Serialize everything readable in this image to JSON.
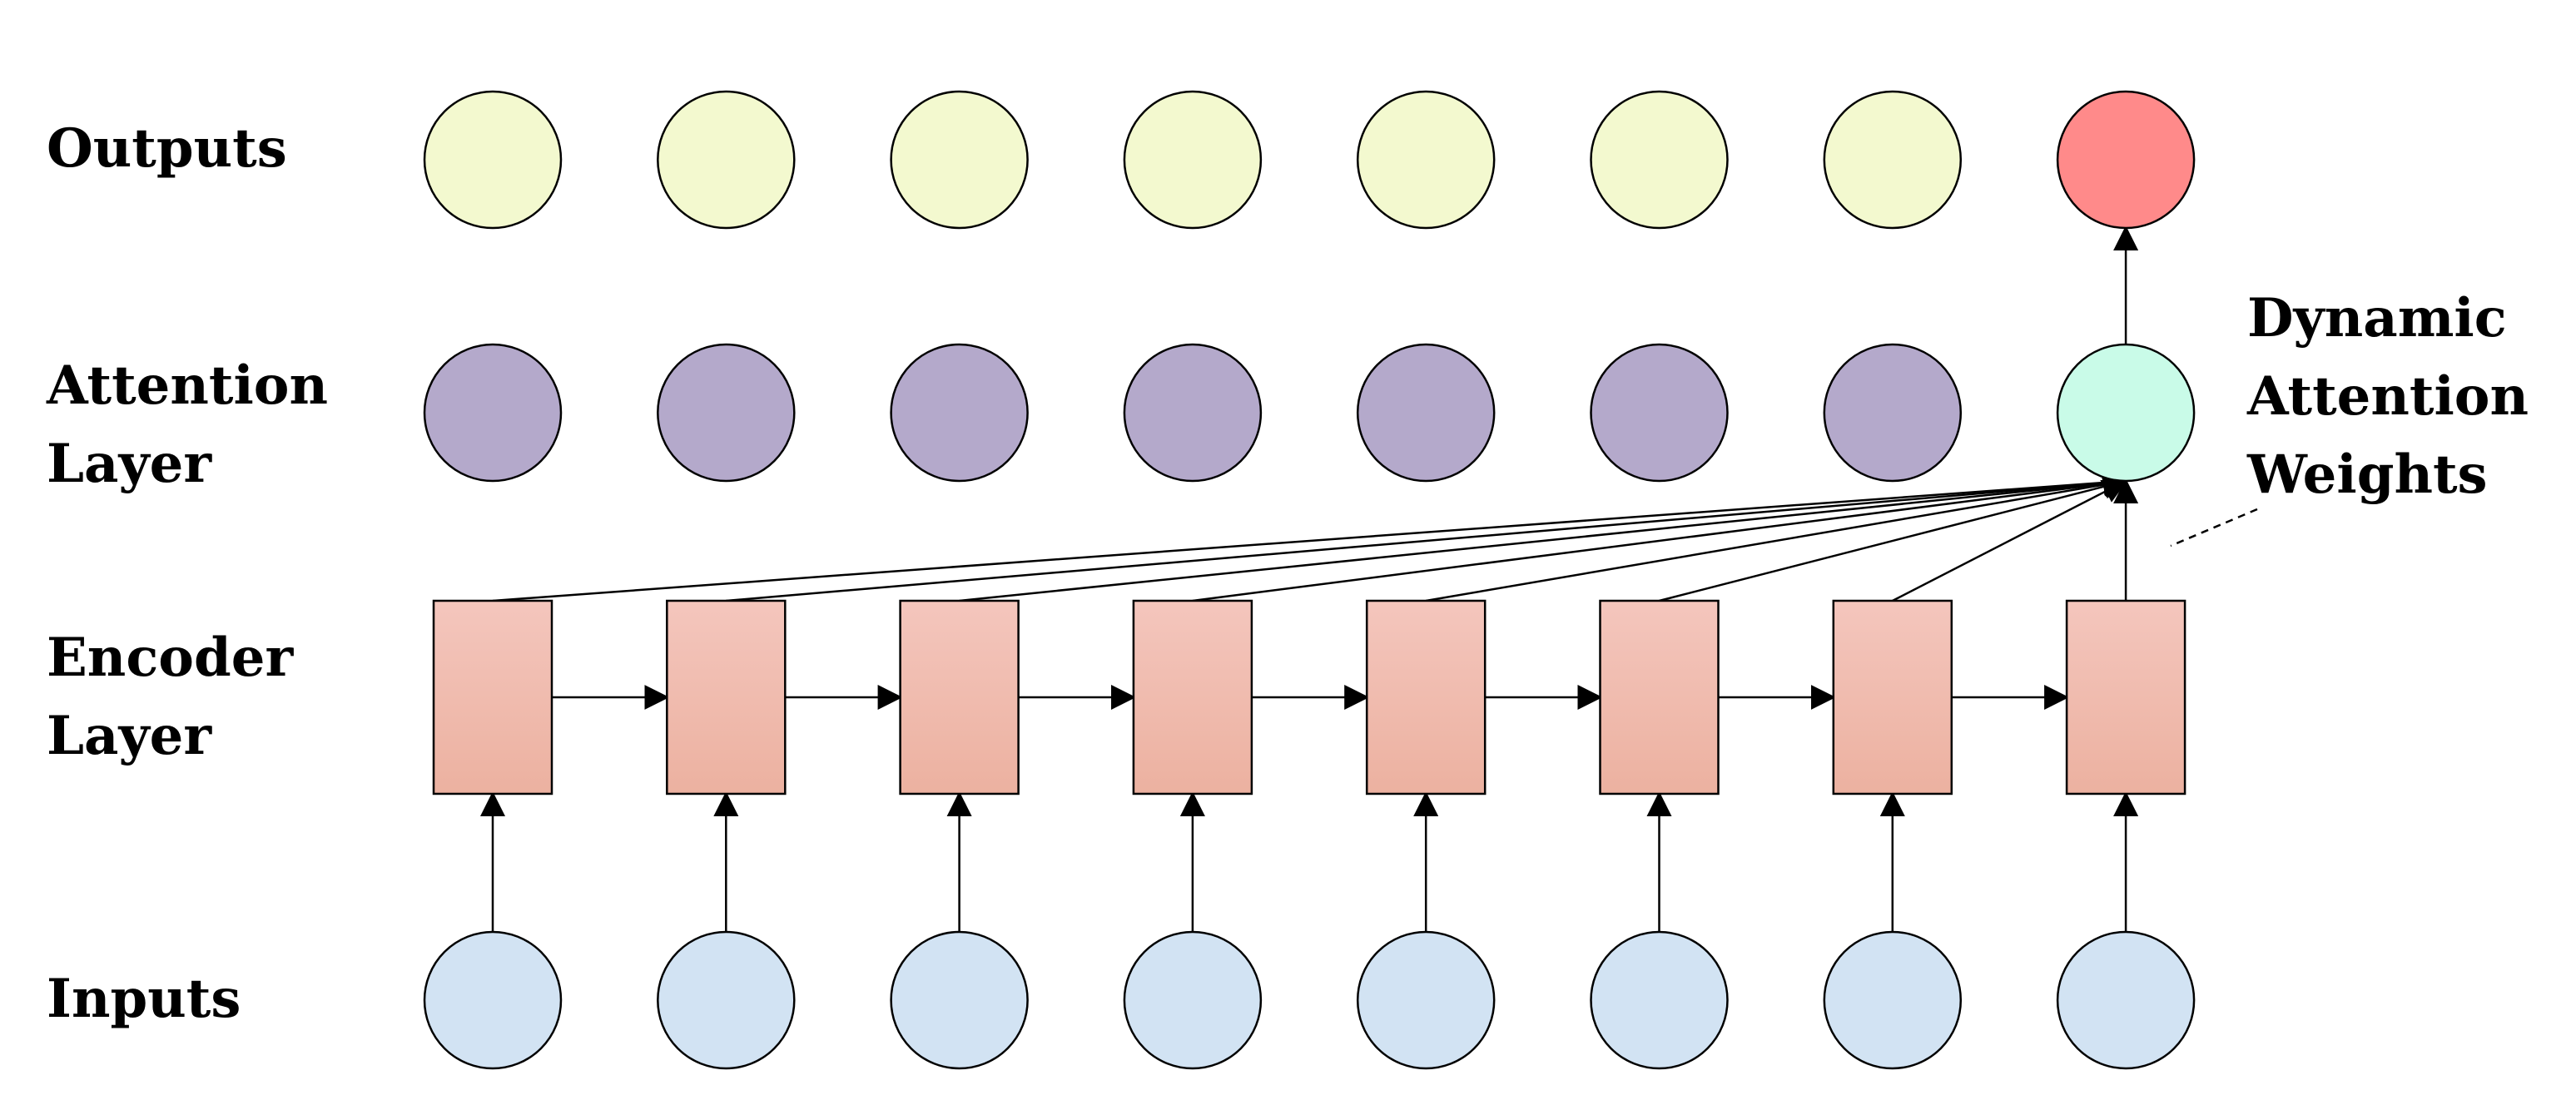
{
  "labels": {
    "outputs": "Outputs",
    "attention": [
      "Attention",
      "Layer"
    ],
    "encoder": [
      "Encoder",
      "Layer"
    ],
    "inputs": "Inputs",
    "annotation": [
      "Dynamic",
      "Attention",
      "Weights"
    ]
  },
  "colors": {
    "output_node": "#f3f9cf",
    "output_node_active": "#ff8a8a",
    "attention_node": "#b4a9cb",
    "attention_node_active": "#c9fbe8",
    "encoder_top": "#f4c6bd",
    "encoder_bottom": "#ecb1a0",
    "input_node": "#d2e3f3",
    "stroke": "#000000"
  },
  "diagram": {
    "columns": 8,
    "active_column": 7
  }
}
